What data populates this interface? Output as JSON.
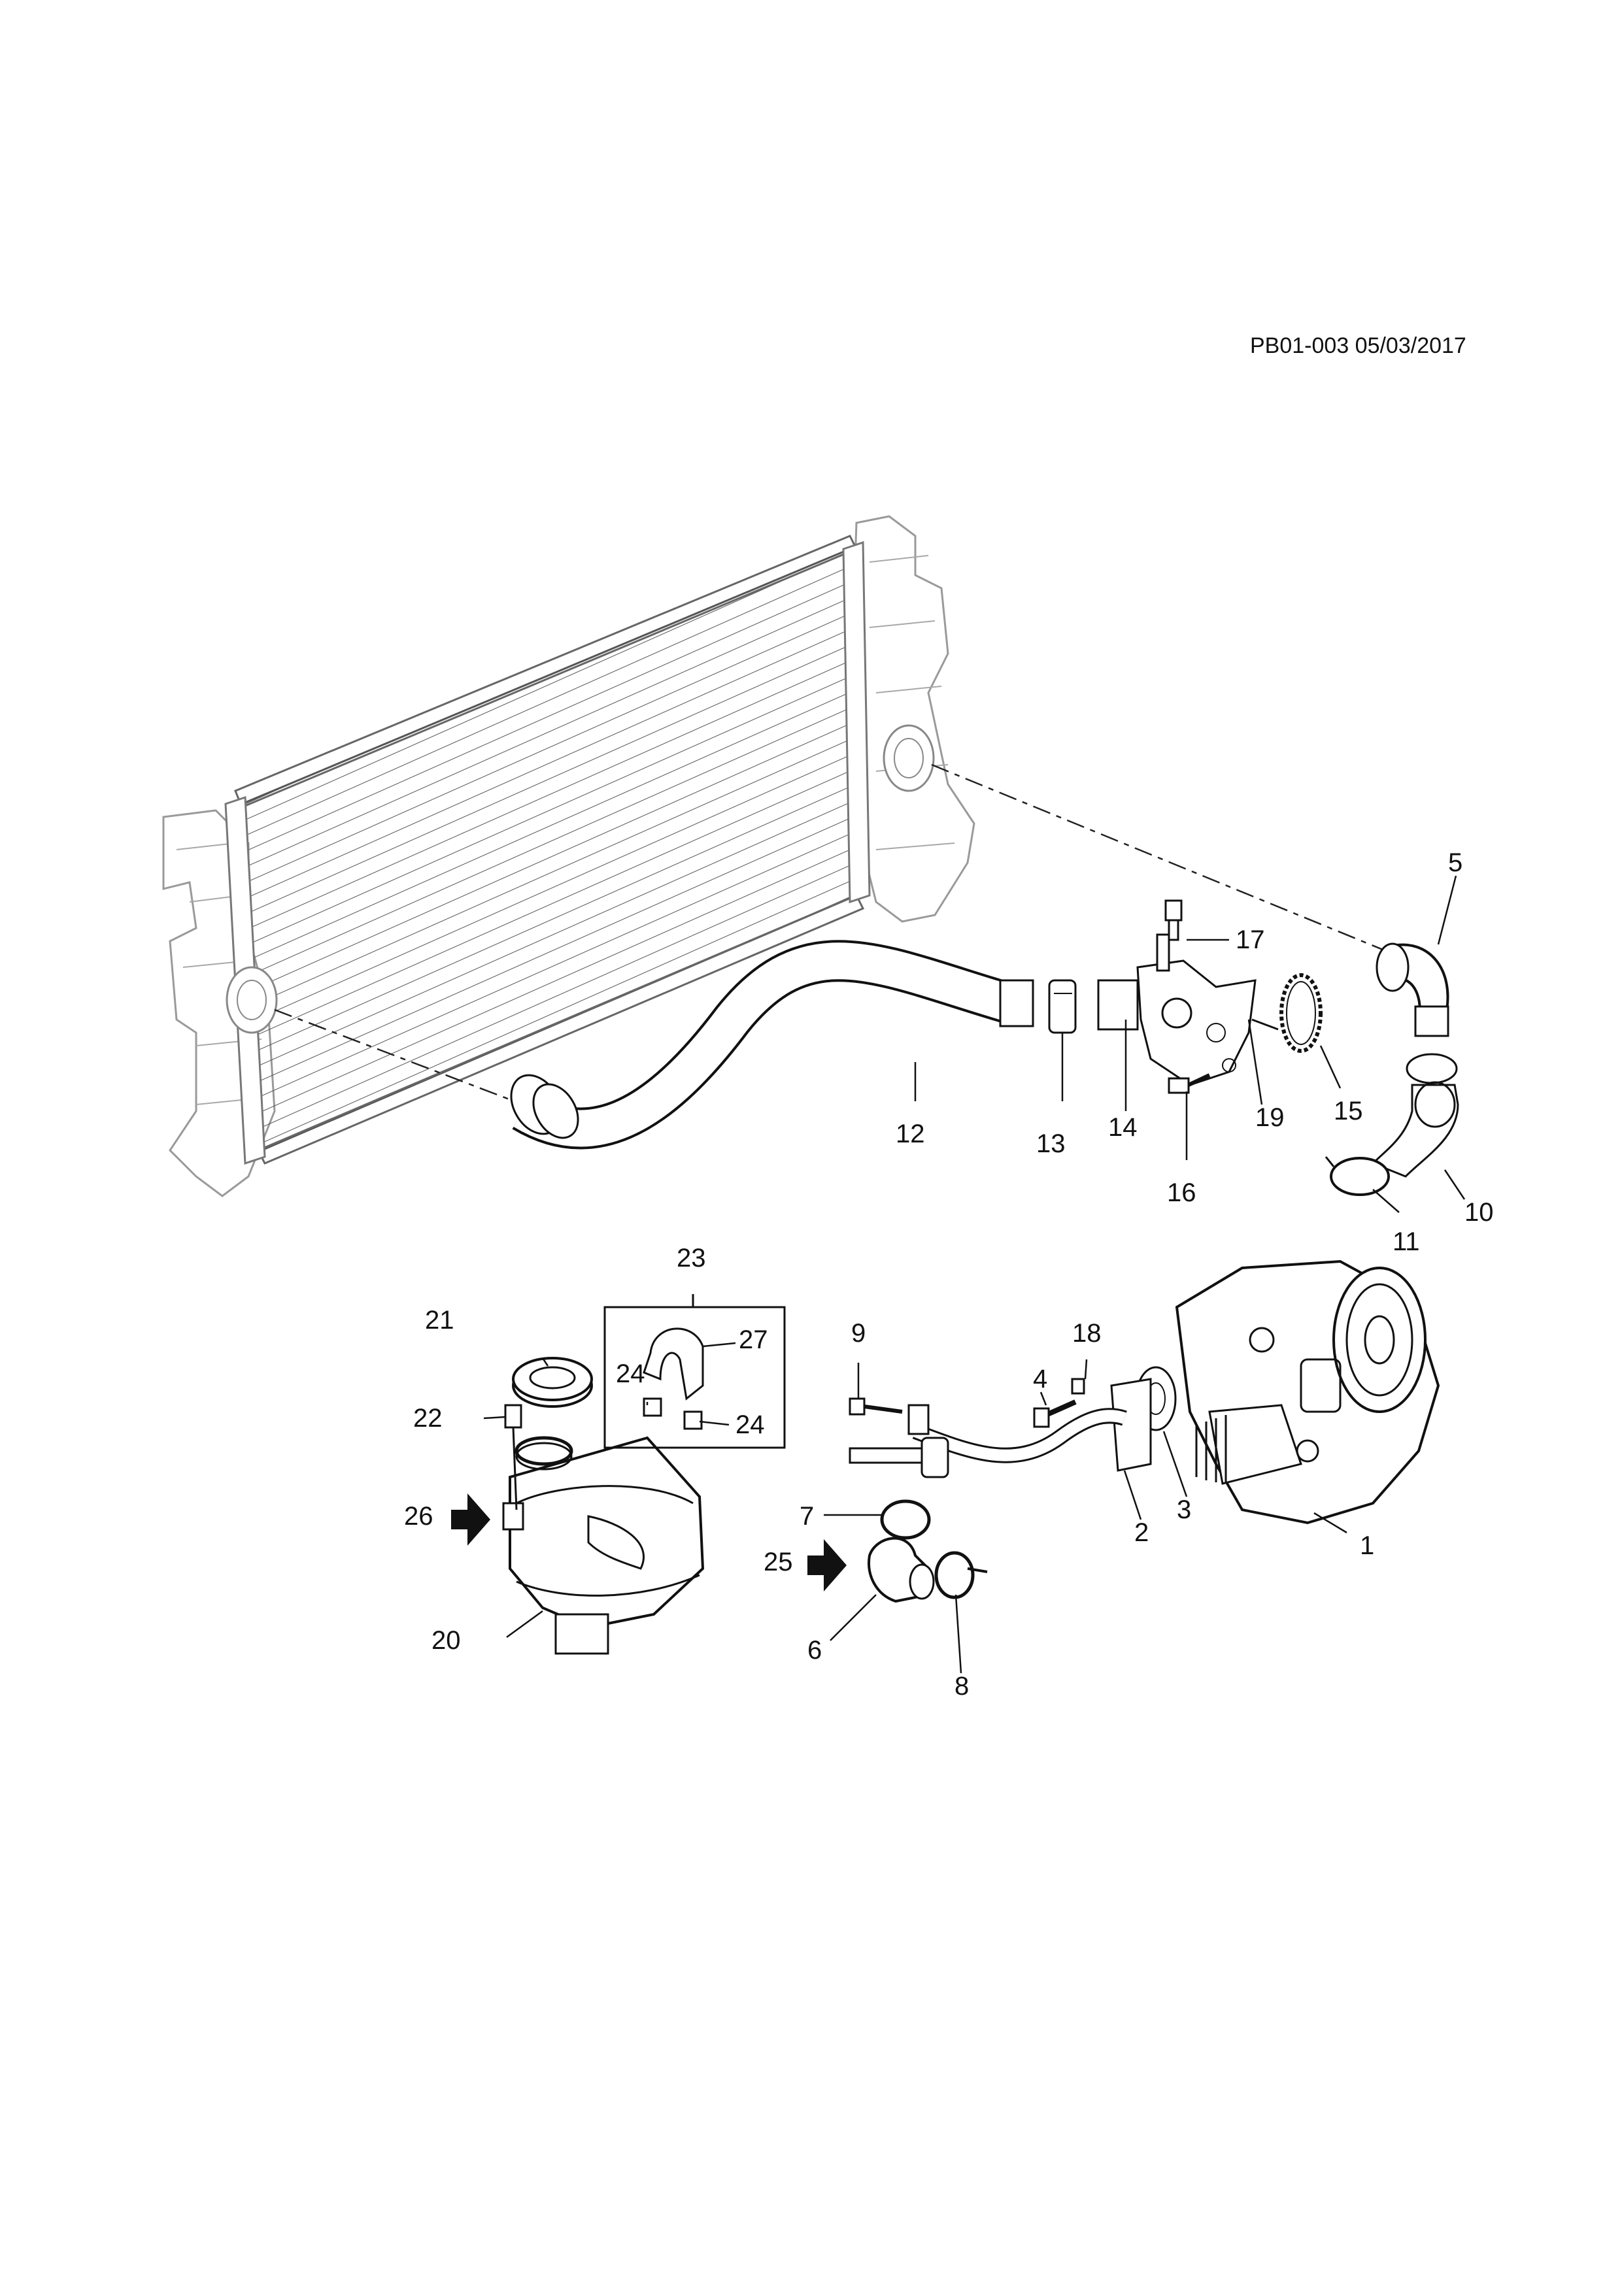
{
  "document": {
    "reference": "PB01-003 05/03/2017"
  },
  "callouts": [
    {
      "id": "c1",
      "label": "1"
    },
    {
      "id": "c2",
      "label": "2"
    },
    {
      "id": "c3",
      "label": "3"
    },
    {
      "id": "c4",
      "label": "4"
    },
    {
      "id": "c5",
      "label": "5"
    },
    {
      "id": "c6",
      "label": "6"
    },
    {
      "id": "c7",
      "label": "7"
    },
    {
      "id": "c8",
      "label": "8"
    },
    {
      "id": "c9",
      "label": "9"
    },
    {
      "id": "c10",
      "label": "10"
    },
    {
      "id": "c11",
      "label": "11"
    },
    {
      "id": "c12",
      "label": "12"
    },
    {
      "id": "c13",
      "label": "13"
    },
    {
      "id": "c14",
      "label": "14"
    },
    {
      "id": "c15",
      "label": "15"
    },
    {
      "id": "c16",
      "label": "16"
    },
    {
      "id": "c17",
      "label": "17"
    },
    {
      "id": "c18",
      "label": "18"
    },
    {
      "id": "c19",
      "label": "19"
    },
    {
      "id": "c20",
      "label": "20"
    },
    {
      "id": "c21",
      "label": "21"
    },
    {
      "id": "c22",
      "label": "22"
    },
    {
      "id": "c23",
      "label": "23"
    },
    {
      "id": "c24a",
      "label": "24"
    },
    {
      "id": "c24b",
      "label": "24"
    },
    {
      "id": "c25",
      "label": "25"
    },
    {
      "id": "c26",
      "label": "26"
    },
    {
      "id": "c27",
      "label": "27"
    }
  ]
}
